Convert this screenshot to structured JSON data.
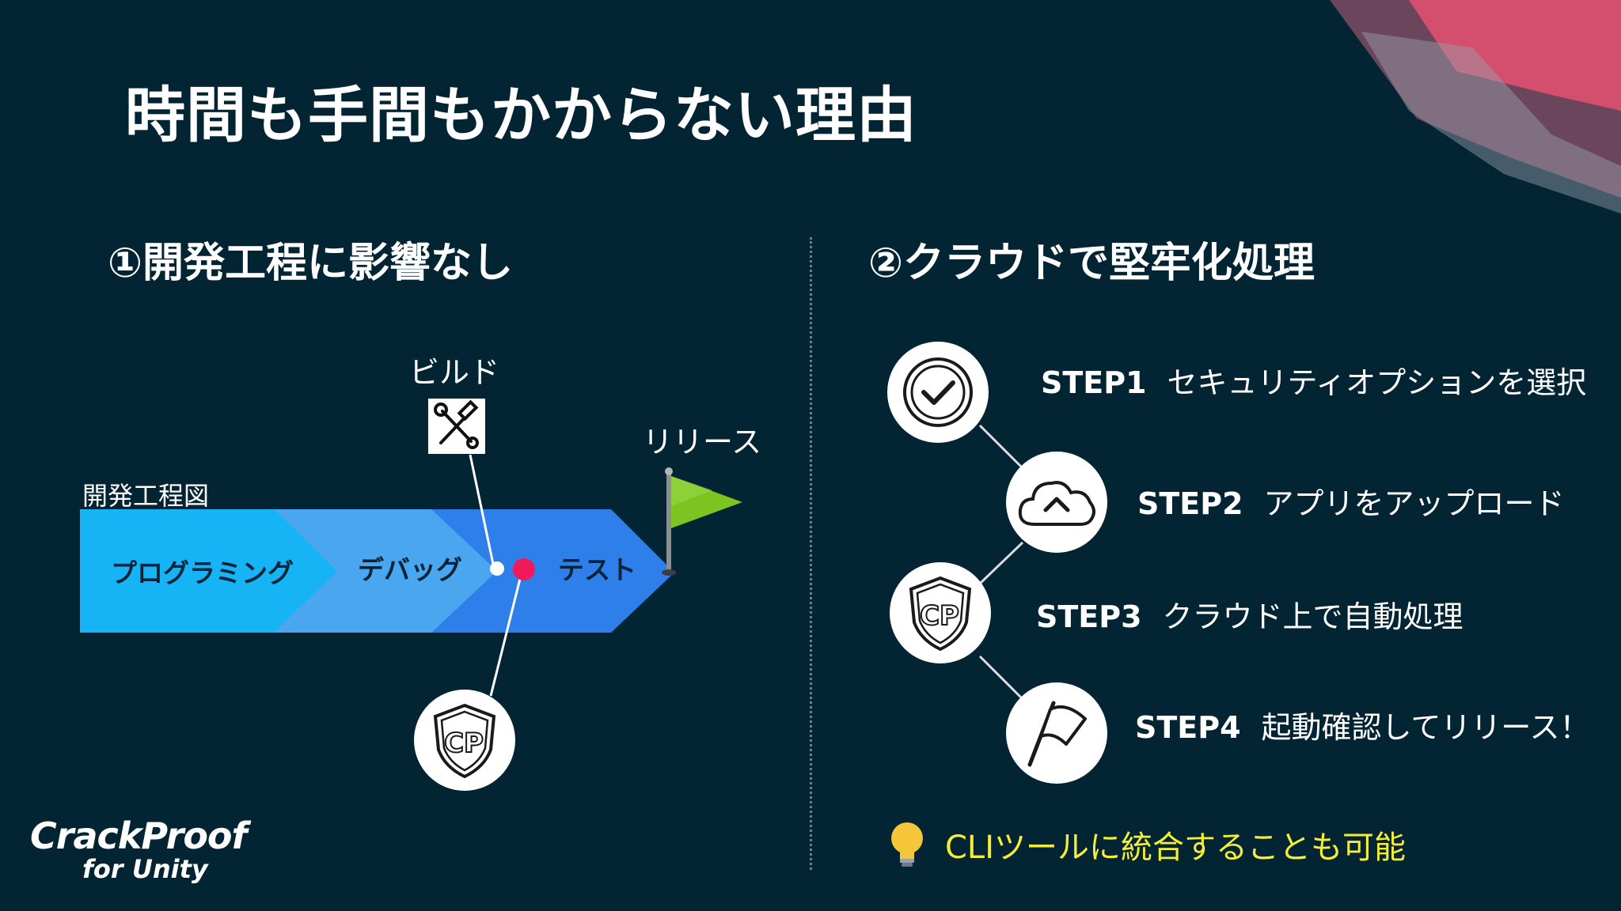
{
  "title": "時間も手間もかからない理由",
  "section1": {
    "heading": "①開発工程に影響なし",
    "process_label": "開発工程図",
    "stages": [
      "プログラミング",
      "デバッグ",
      "テスト"
    ],
    "build_label": "ビルド",
    "release_label": "リリース",
    "icons": {
      "build": "hammer-wrench-icon",
      "protect": "cp-shield-icon",
      "release": "green-flag-icon"
    }
  },
  "section2": {
    "heading": "②クラウドで堅牢化処理",
    "steps": [
      {
        "key": "STEP1",
        "text": "セキュリティオプションを選択",
        "icon": "check-circle-icon"
      },
      {
        "key": "STEP2",
        "text": "アプリをアップロード",
        "icon": "cloud-upload-icon"
      },
      {
        "key": "STEP3",
        "text": "クラウド上で自動処理",
        "icon": "cp-shield-icon"
      },
      {
        "key": "STEP4",
        "text": "起動確認してリリース！",
        "icon": "flag-icon"
      }
    ],
    "tip": "CLIツールに統合することも可能",
    "tip_icon": "lightbulb-icon"
  },
  "logo": {
    "main": "CrackProof",
    "sub": "for Unity"
  },
  "colors": {
    "background": "#032433",
    "stage1": "#16b4f5",
    "stage2": "#4aa6ef",
    "stage3": "#2e7fea",
    "accent_red": "#f0195a",
    "tip_yellow": "#f4ee3a",
    "flag_green": "#7cc41f"
  }
}
